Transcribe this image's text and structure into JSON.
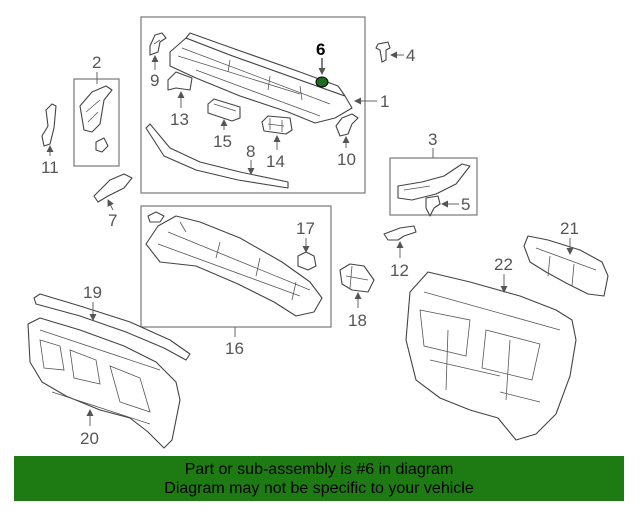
{
  "labels": {
    "n1": "1",
    "n2": "2",
    "n3": "3",
    "n4": "4",
    "n5": "5",
    "n6": "6",
    "n7": "7",
    "n8": "8",
    "n9": "9",
    "n10": "10",
    "n11": "11",
    "n12": "12",
    "n13": "13",
    "n14": "14",
    "n15": "15",
    "n16": "16",
    "n17": "17",
    "n18": "18",
    "n19": "19",
    "n20": "20",
    "n21": "21",
    "n22": "22"
  },
  "highlight_color": "#1f6b1f",
  "footer": {
    "line1": "Part or sub-assembly is #6 in diagram",
    "line2": "Diagram may not be specific to your vehicle",
    "background": "#1e7b14"
  }
}
